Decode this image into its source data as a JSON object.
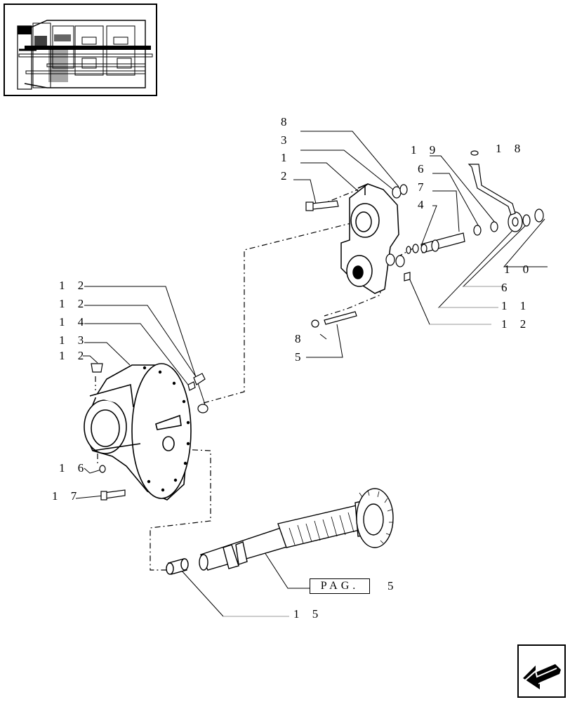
{
  "callouts": {
    "c8a": "8",
    "c3": "3",
    "c1": "1",
    "c2": "2",
    "c19": "1 9",
    "c18": "1 8",
    "c6a": "6",
    "c7": "7",
    "c4": "4",
    "c10": "1 0",
    "c6b": "6",
    "c11": "1 1",
    "c12r": "1 2",
    "c8b": "8",
    "c5": "5",
    "c12a": "1 2",
    "c12b": "1 2",
    "c14": "1 4",
    "c13": "1 3",
    "c12c": "1 2",
    "c16": "1 6",
    "c17": "1 7",
    "c15": "1 5"
  },
  "page_ref": {
    "label": "PAG.",
    "number": "5"
  },
  "icons": {
    "thumbnail": "assembly-overview-thumbnail",
    "nav": "next-page-arrow-icon"
  }
}
